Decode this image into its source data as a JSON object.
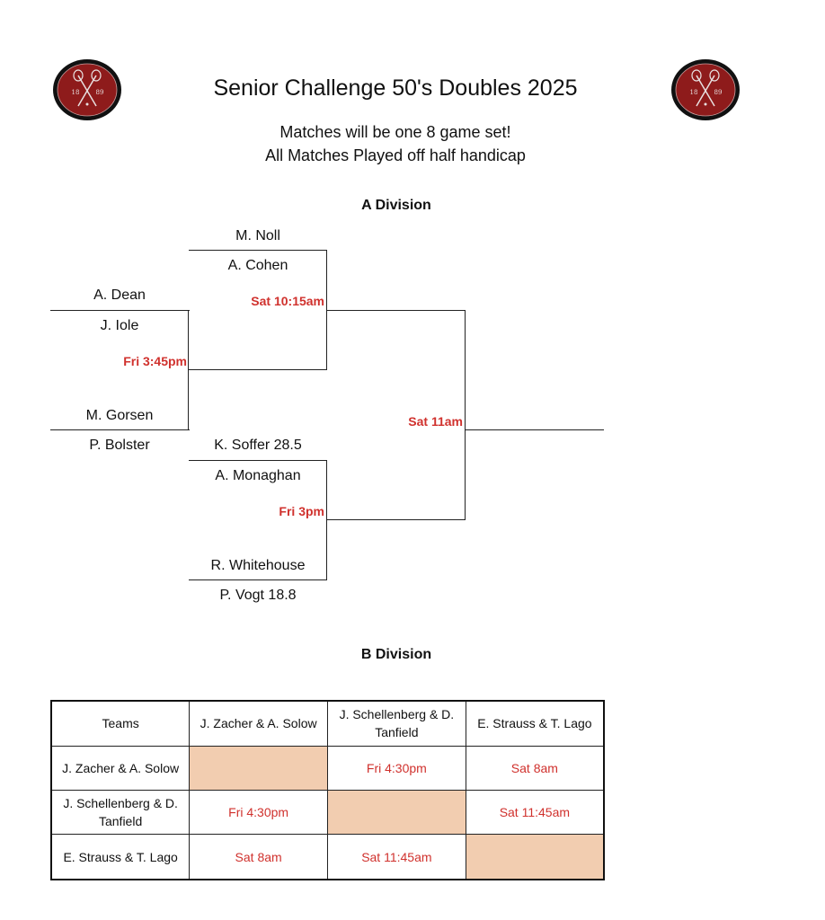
{
  "header": {
    "title": "Senior Challenge 50's Doubles 2025",
    "subtitle_1": "Matches will be one 8 game set!",
    "subtitle_2": "All Matches Played off half handicap",
    "logo_text_left": "18",
    "logo_text_right": "89"
  },
  "a_division": {
    "title": "A Division",
    "teams": {
      "noll": "M. Noll",
      "cohen": "A. Cohen",
      "dean": "A. Dean",
      "iole": "J. Iole",
      "gorsen": "M. Gorsen",
      "bolster": "P. Bolster",
      "soffer": "K. Soffer 28.5",
      "monaghan": "A. Monaghan",
      "whitehouse": "R. Whitehouse",
      "vogt": "P. Vogt 18.8"
    },
    "times": {
      "r1_top": "Fri 3:45pm",
      "r2_top": "Sat 10:15am",
      "r2_bottom": "Fri 3pm",
      "final": "Sat 11am"
    }
  },
  "b_division": {
    "title": "B Division",
    "headers": [
      "Teams",
      "J. Zacher & A. Solow",
      "J. Schellenberg & D. Tanfield",
      "E. Strauss & T. Lago"
    ],
    "rows": [
      {
        "team": "J. Zacher & A. Solow",
        "cells": [
          "",
          "Fri 4:30pm",
          "Sat 8am"
        ]
      },
      {
        "team": "J. Schellenberg & D. Tanfield",
        "cells": [
          "Fri 4:30pm",
          "",
          "Sat 11:45am"
        ]
      },
      {
        "team": "E. Strauss & T. Lago",
        "cells": [
          "Sat 8am",
          "Sat 11:45am",
          ""
        ]
      }
    ],
    "blank_cell_color": "#f2cdb0",
    "time_color": "#d0312d"
  }
}
